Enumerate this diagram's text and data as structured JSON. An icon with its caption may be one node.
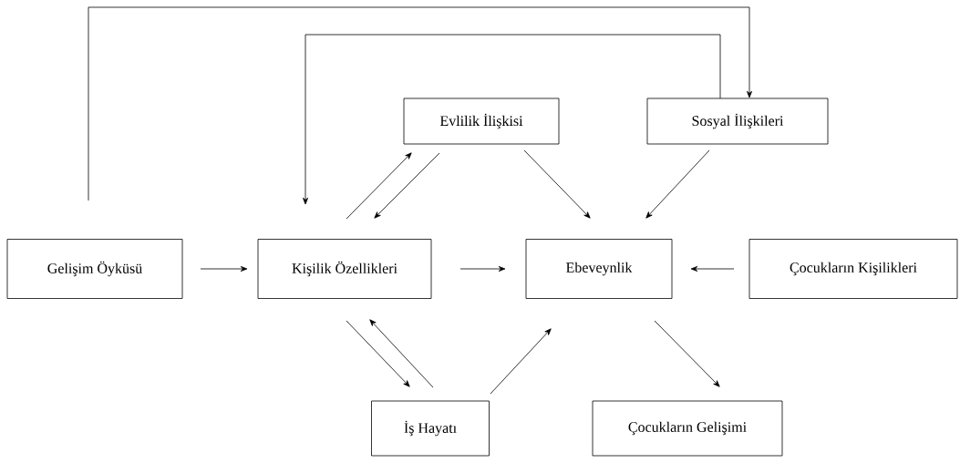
{
  "diagram": {
    "nodes": [
      {
        "text": [
          "Evlilik İlişkisi"
        ]
      },
      {
        "text": [
          "Sosyal İlişkileri"
        ]
      },
      {
        "text": [
          "Gelişim Öyküsü"
        ]
      },
      {
        "text": [
          "Kişilik Özellikleri"
        ]
      },
      {
        "text": [
          "Ebeveynlik"
        ]
      },
      {
        "text": [
          "Çocukların Kişilikleri"
        ]
      },
      {
        "text": [
          "İş Hayatı"
        ]
      },
      {
        "text": [
          "Çocukların Gelişimi"
        ]
      }
    ],
    "edges": [
      {
        "from": 2,
        "to": 3,
        "arrow": "to"
      },
      {
        "from": 3,
        "to": 4,
        "arrow": "to"
      },
      {
        "from": 5,
        "to": 4,
        "arrow": "to"
      },
      {
        "from": 3,
        "to": 0,
        "arrow": "to"
      },
      {
        "from": 0,
        "to": 3,
        "arrow": "to"
      },
      {
        "from": 0,
        "to": 4,
        "arrow": "to"
      },
      {
        "from": 1,
        "to": 4,
        "arrow": "to"
      },
      {
        "from": 3,
        "to": 6,
        "arrow": "to"
      },
      {
        "from": 6,
        "to": 3,
        "arrow": "to"
      },
      {
        "from": 6,
        "to": 4,
        "arrow": "to"
      },
      {
        "from": 4,
        "to": 7,
        "arrow": "to"
      },
      {
        "from": 2,
        "to": 1,
        "arrow": "to"
      },
      {
        "from": 1,
        "to": 3,
        "arrow": "to"
      }
    ]
  }
}
